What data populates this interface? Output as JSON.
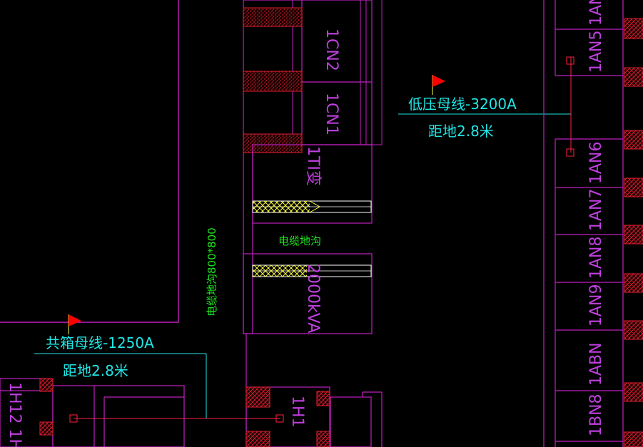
{
  "colors": {
    "background": "#000000",
    "wall": "#c020c0",
    "panel_outline": "#c0137a",
    "hatch": "#e02030",
    "equipment_text": "#c040e0",
    "annotation": "#20e6e6",
    "cable_trench": "#1ee81e",
    "busway": "#ff2040",
    "flag": "#ff0000",
    "transformer_hatch": "#ffff40"
  },
  "annotations": {
    "busway_low_voltage": "低压母线-3200A",
    "busway_low_voltage_height": "距地2.8米",
    "busway_shared_box": "共箱母线-1250A",
    "busway_shared_box_height": "距地2.8米"
  },
  "cable_trench": {
    "label": "电缆地沟",
    "spec": "电缆地沟800*800"
  },
  "equipment": {
    "capacitor_1": "1CN2",
    "capacitor_2": "1CN1",
    "transformer_name": "1TI变",
    "transformer_rating": "2000kVA",
    "hv_cabinet": "1H1",
    "hv_cabinet_left": "1H12 1H"
  },
  "right_panels": [
    "1AN",
    "1AN5",
    "1AN6",
    "1AN7",
    "1AN8",
    "1AN9",
    "1ABN",
    "1BN8"
  ],
  "icons": [
    "flag-icon",
    "flag-icon"
  ]
}
